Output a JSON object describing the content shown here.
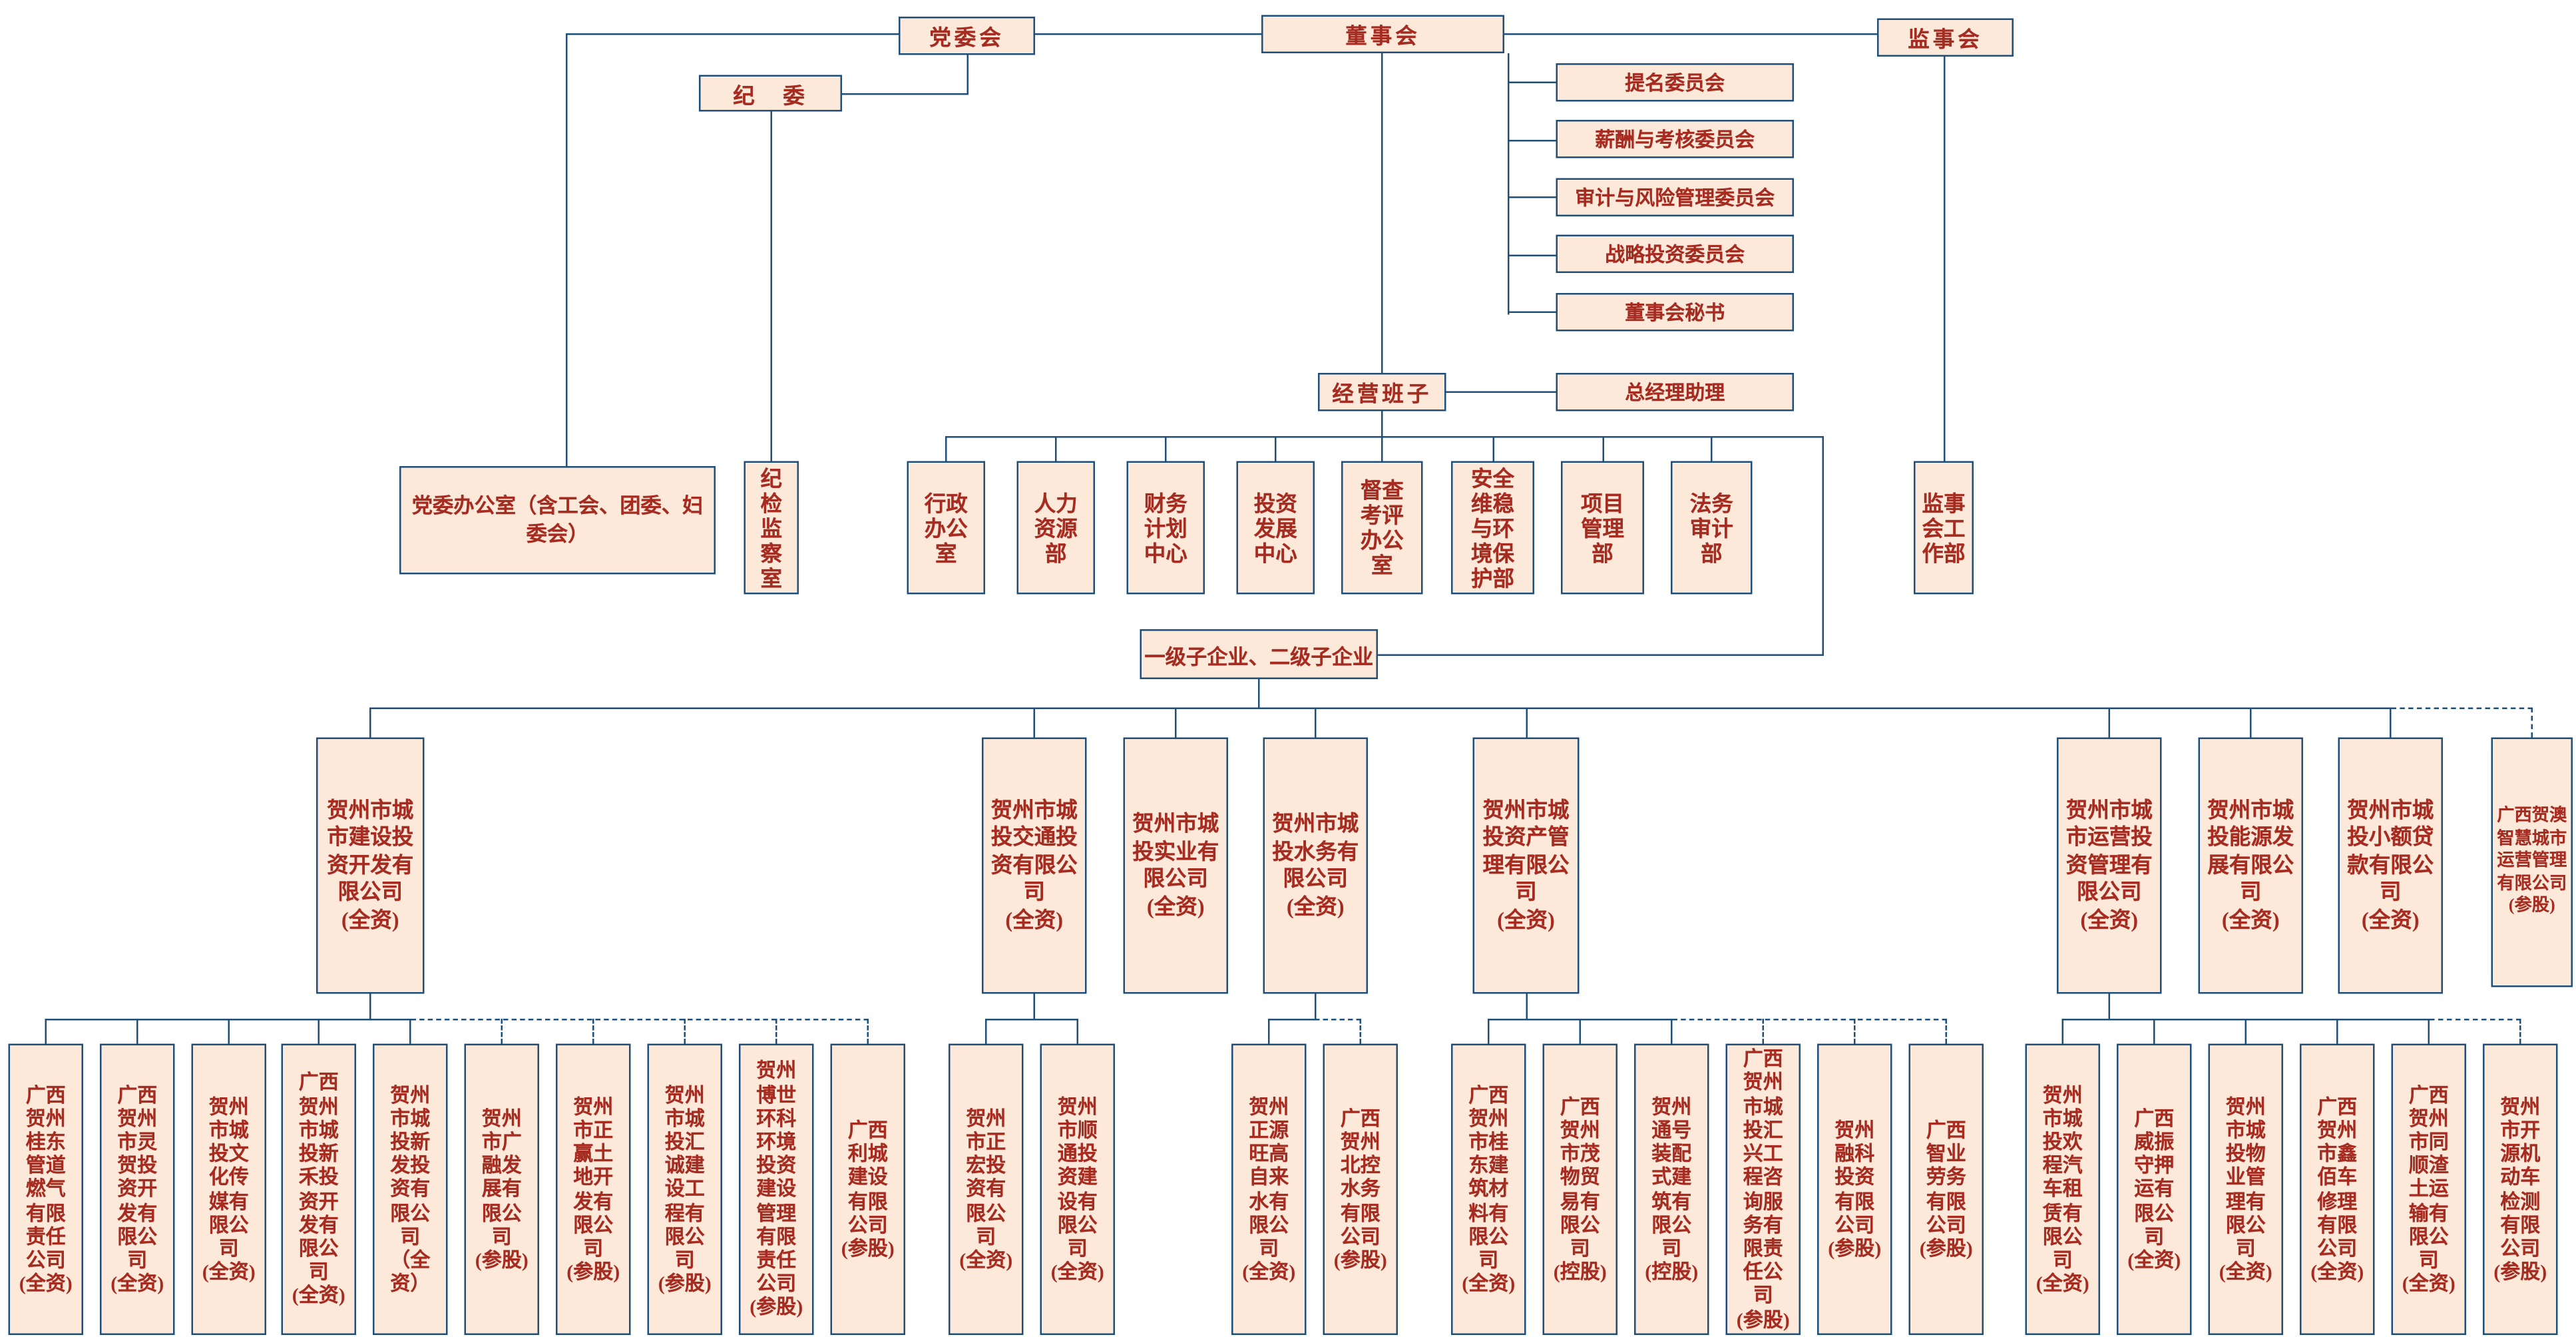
{
  "colors": {
    "box_fill": "#FDE9D9",
    "box_border": "#1F4E79",
    "line_color": "#1F4E79",
    "text_red": "#A62C21"
  },
  "top": {
    "party_committee": "党委会",
    "board": "董事会",
    "supervisory_board": "监事会",
    "discipline_committee": "纪　委"
  },
  "party": {
    "party_office": "党委办公室（含工会、团委、妇委会）",
    "discipline_inspection_office": "纪检监察室"
  },
  "board_committees": [
    "提名委员会",
    "薪酬与考核委员会",
    "审计与风险管理委员会",
    "战略投资委员会",
    "董事会秘书"
  ],
  "management": {
    "team": "经营班子",
    "gm_assistant": "总经理助理",
    "departments": [
      "行政办公室",
      "人力资源部",
      "财务计划中心",
      "投资发展中心",
      "督查考评办公室",
      "安全维稳与环境保护部",
      "项目管理部",
      "法务审计部"
    ]
  },
  "supervisory_work_dept": "监事会工作部",
  "subsidiaries_header": "一级子企业、二级子企业",
  "level1": [
    {
      "name": "贺州市城市建设投资开发有限公司",
      "ownership": "(全资)"
    },
    {
      "name": "贺州市城投交通投资有限公司",
      "ownership": "(全资)"
    },
    {
      "name": "贺州市城投实业有限公司",
      "ownership": "(全资)"
    },
    {
      "name": "贺州市城投水务有限公司",
      "ownership": "(全资)"
    },
    {
      "name": "贺州市城投资产管理有限公司",
      "ownership": "(全资)"
    },
    {
      "name": "贺州市城市运营投资管理有限公司",
      "ownership": "(全资)"
    },
    {
      "name": "贺州市城投能源发展有限公司",
      "ownership": "(全资)"
    },
    {
      "name": "贺州市城投小额贷款有限公司",
      "ownership": "(全资)"
    },
    {
      "name": "广西贺澳智慧城市运营管理有限公司",
      "ownership": "(参股)"
    }
  ],
  "level2_construction": [
    {
      "name": "广西贺州桂东管道燃气有限责任公司",
      "ownership": "(全资)"
    },
    {
      "name": "广西贺州市灵贺投资开发有限公司",
      "ownership": "(全资)"
    },
    {
      "name": "贺州市城投文化传媒有限公司",
      "ownership": "(全资)"
    },
    {
      "name": "广西贺州市城投新禾投资开发有限公司",
      "ownership": "(全资)"
    },
    {
      "name": "贺州市城投新发投资有限公司",
      "ownership": "（全资）"
    },
    {
      "name": "贺州市广融发展有限公司",
      "ownership": "(参股)"
    },
    {
      "name": "贺州市正赢土地开发有限公司",
      "ownership": "(参股)"
    },
    {
      "name": "贺州市城投汇诚建设工程有限公司",
      "ownership": "(参股)"
    },
    {
      "name": "贺州博世环科环境投资建设管理有限责任公司",
      "ownership": "(参股)"
    },
    {
      "name": "广西利城建设有限公司",
      "ownership": "(参股)"
    }
  ],
  "level2_transport": [
    {
      "name": "贺州市正宏投资有限公司",
      "ownership": "(全资)"
    },
    {
      "name": "贺州市顺通投资建设有限公司",
      "ownership": "(全资)"
    }
  ],
  "level2_water": [
    {
      "name": "贺州正源旺高自来水有限公司",
      "ownership": "(全资)"
    },
    {
      "name": "广西贺州北控水务有限公司",
      "ownership": "(参股)"
    }
  ],
  "level2_assets": [
    {
      "name": "广西贺州市桂东建筑材料有限公司",
      "ownership": "(全资)"
    },
    {
      "name": "广西贺州市茂物贸易有限公司",
      "ownership": "(控股)"
    },
    {
      "name": "贺州通号装配式建筑有限公司",
      "ownership": "(控股)"
    },
    {
      "name": "广西贺州市城投汇兴工程咨询服务有限责任公司",
      "ownership": "(参股)"
    },
    {
      "name": "贺州融科投资有限公司",
      "ownership": "(参股)"
    },
    {
      "name": "广西智业劳务有限公司",
      "ownership": "(参股)"
    }
  ],
  "level2_operations": [
    {
      "name": "贺州市城投欢程汽车租赁有限公司",
      "ownership": "(全资)"
    },
    {
      "name": "广西威振守押运有限公司",
      "ownership": "(全资)"
    },
    {
      "name": "贺州市城投物业管理有限公司",
      "ownership": "(全资)"
    },
    {
      "name": "广西贺州市鑫佰车修理有限公司",
      "ownership": "(全资)"
    },
    {
      "name": "广西贺州市同顺渣土运输有限公司",
      "ownership": "(全资)"
    },
    {
      "name": "贺州市开源机动车检测有限公司",
      "ownership": "(参股)"
    }
  ]
}
